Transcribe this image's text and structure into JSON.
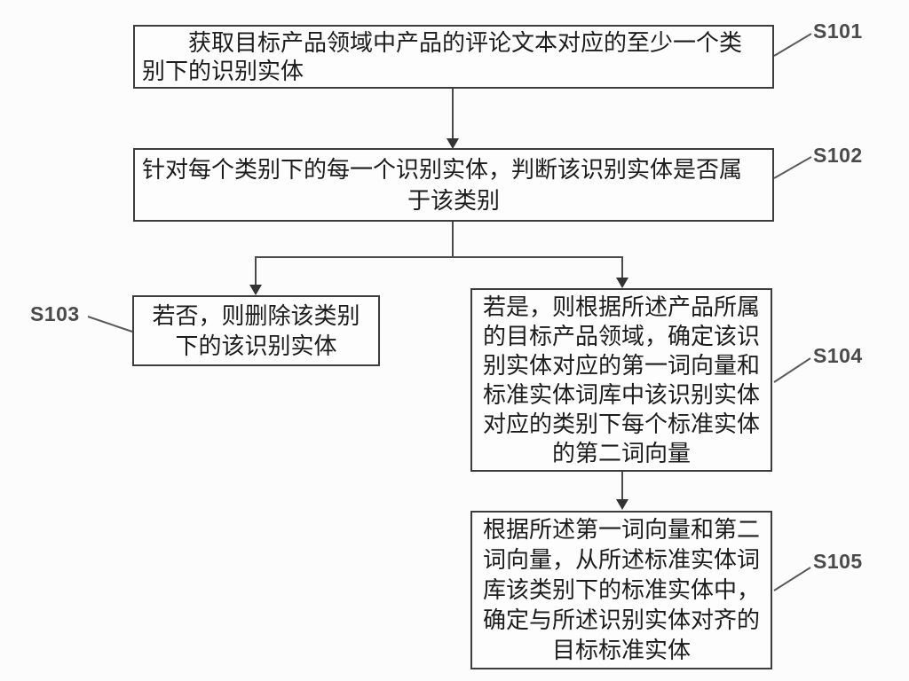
{
  "diagram": {
    "type": "flowchart",
    "description": "Patent method flowchart, steps S101 to S105",
    "colors": {
      "background": "#fcfcfc",
      "box_border": "#3d3d3d",
      "connector_line": "#4a4a4a",
      "leader_line": "#5a5a5a",
      "text": "#1c1c1c",
      "label_text": "#4b4b4b"
    },
    "boxes": [
      {
        "id": "S101",
        "label": "S101",
        "lines": [
          "获取目标产品领域中产品的评论文本对应的至少一个类",
          "别下的识别实体"
        ]
      },
      {
        "id": "S102",
        "label": "S102",
        "lines": [
          "针对每个类别下的每一个识别实体，判断该识别实体是否属",
          "于该类别"
        ]
      },
      {
        "id": "S103",
        "label": "S103",
        "lines": [
          "若否，则删除该类别",
          "下的该识别实体"
        ]
      },
      {
        "id": "S104",
        "label": "S104",
        "lines": [
          "若是，则根据所述产品所属",
          "的目标产品领域，确定该识",
          "别实体对应的第一词向量和",
          "标准实体词库中该识别实体",
          "对应的类别下每个标准实体",
          "的第二词向量"
        ]
      },
      {
        "id": "S105",
        "label": "S105",
        "lines": [
          "根据所述第一词向量和第二",
          "词向量，从所述标准实体词",
          "库该类别下的标准实体中，",
          "确定与所述识别实体对齐的",
          "目标标准实体"
        ]
      }
    ]
  }
}
